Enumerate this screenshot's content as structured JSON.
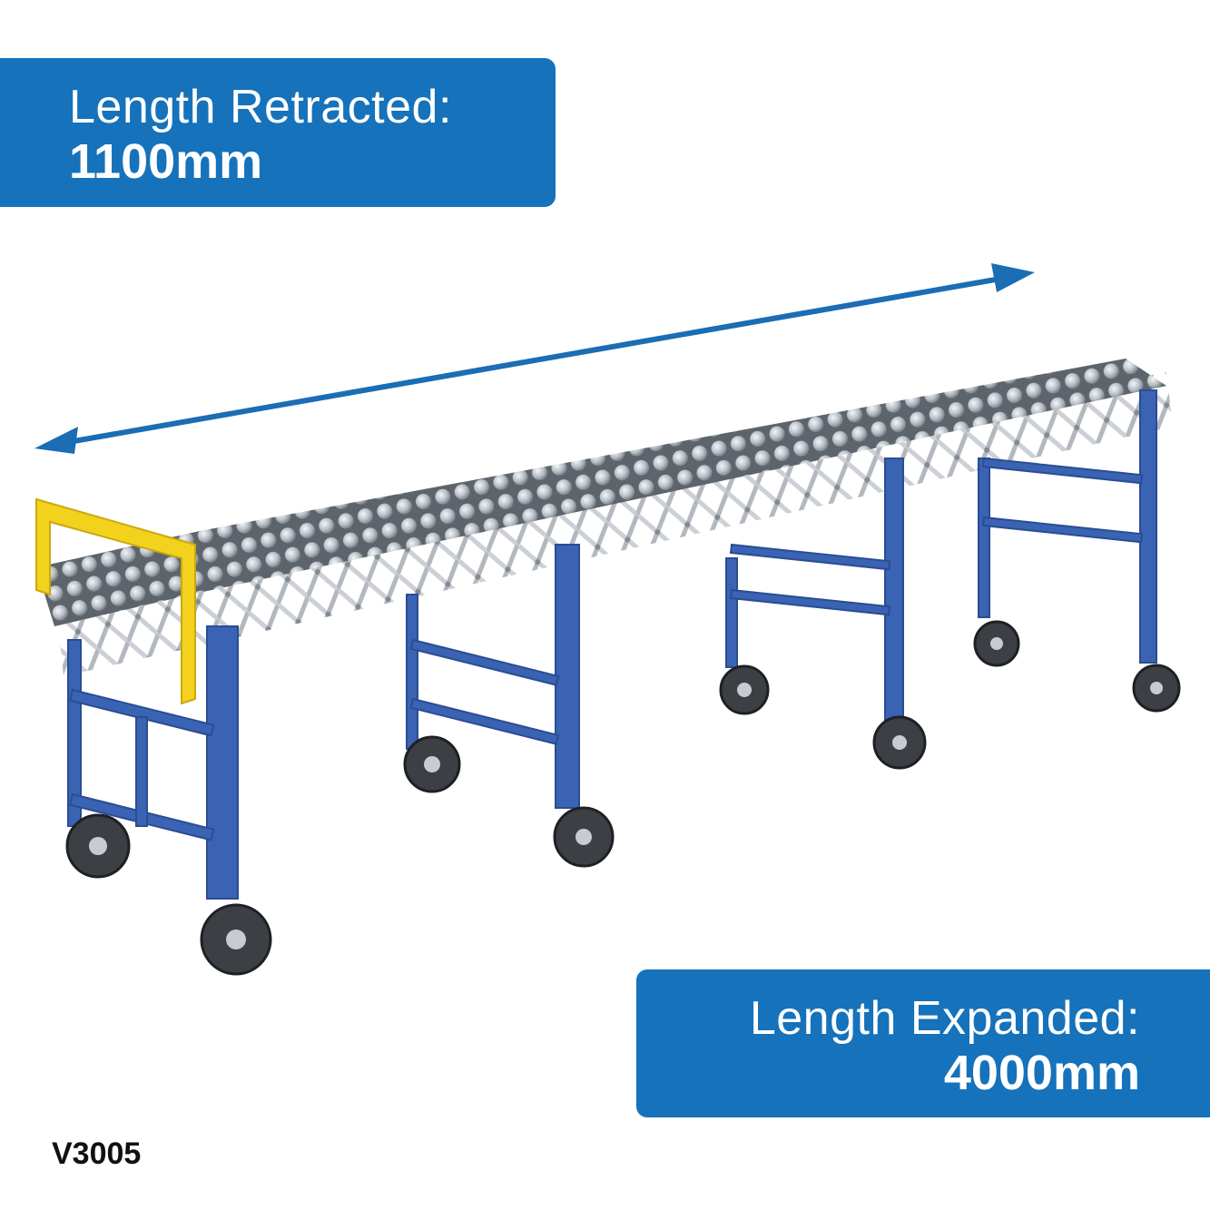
{
  "badges": {
    "retracted": {
      "label": "Length Retracted:",
      "value": "1100mm"
    },
    "expanded": {
      "label": "Length Expanded:",
      "value": "4000mm"
    }
  },
  "product": {
    "sku": "V3005"
  },
  "colors": {
    "badge_blue": "#1572bb",
    "arrow_blue": "#1b6db4",
    "frame_blue": "#3a63b4",
    "handle_yellow": "#f2d21c",
    "roller_silver": "#bfc4ca"
  },
  "icons": {
    "dimension_arrow": "double-headed-arrow"
  }
}
